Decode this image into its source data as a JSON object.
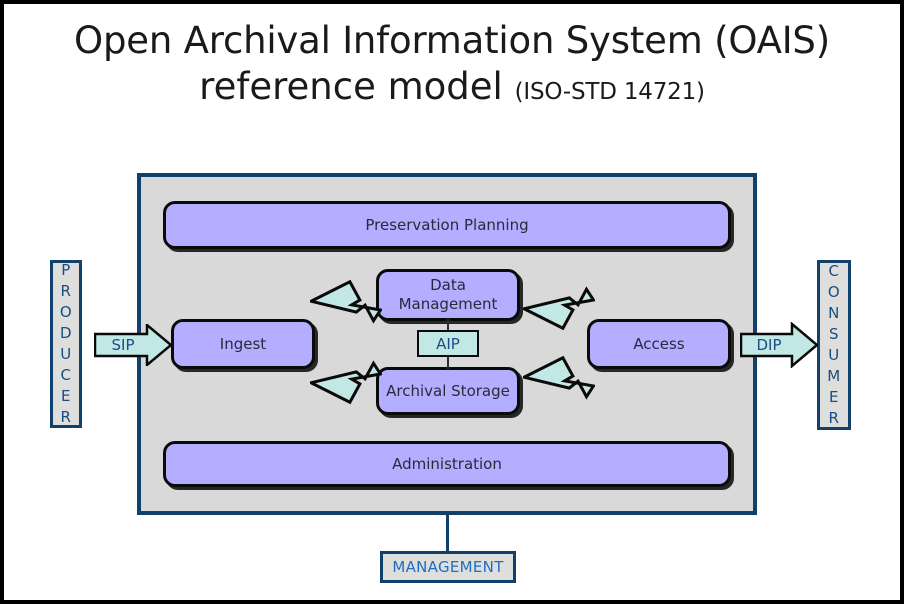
{
  "title": {
    "line1": "Open Archival Information System (OAIS)",
    "line2": "reference model",
    "standard": "(ISO-STD 14721)"
  },
  "actors": {
    "producer": {
      "label": "PRODUCER"
    },
    "consumer": {
      "label": "CONSUMER"
    }
  },
  "packages": {
    "sip": {
      "label": "SIP"
    },
    "aip": {
      "label": "AIP"
    },
    "dip": {
      "label": "DIP"
    }
  },
  "entities": {
    "preservation_planning": {
      "label": "Preservation Planning"
    },
    "ingest": {
      "label": "Ingest"
    },
    "data_management": {
      "label": "Data\nManagement"
    },
    "data_management_line1": "Data",
    "data_management_line2": "Management",
    "archival_storage": {
      "label": "Archival Storage"
    },
    "access": {
      "label": "Access"
    },
    "administration": {
      "label": "Administration"
    }
  },
  "management": {
    "label": "MANAGEMENT"
  },
  "flows": [
    {
      "name": "producer-to-ingest",
      "label": "SIP"
    },
    {
      "name": "ingest-to-data-management",
      "label": ""
    },
    {
      "name": "ingest-to-archival-storage",
      "label": ""
    },
    {
      "name": "data-management-to-access",
      "label": ""
    },
    {
      "name": "archival-storage-to-access",
      "label": ""
    },
    {
      "name": "access-to-consumer",
      "label": "DIP"
    },
    {
      "name": "data-management-to-archival-storage",
      "label": "AIP"
    }
  ],
  "colors": {
    "canvas_border": "#000000",
    "frame_border": "#10406b",
    "frame_fill": "#d9d9d9",
    "entity_fill": "#b3aeff",
    "entity_border": "#0a0a0a",
    "package_fill": "#c2e8e6",
    "actor_fill": "#dededc",
    "label_blue": "#1a4d82",
    "management_text": "#1a6fc4"
  }
}
